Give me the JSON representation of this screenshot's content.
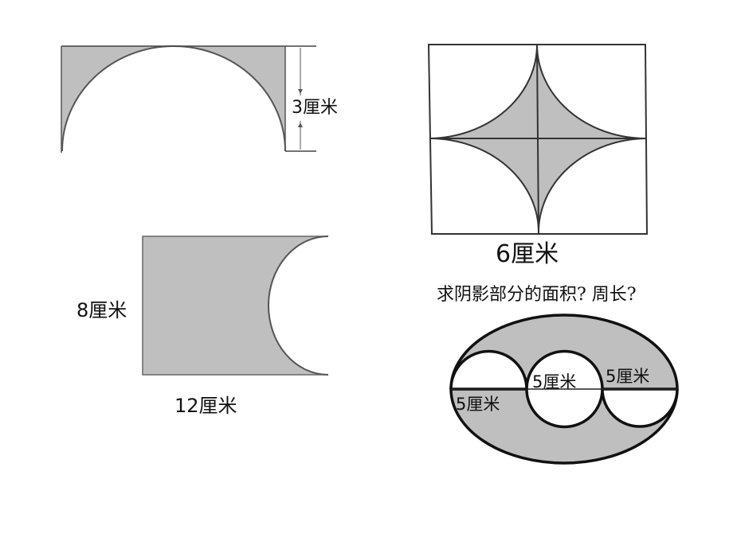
{
  "colors": {
    "shade": "#bfbfbf",
    "stroke": "#444444",
    "text": "#111111"
  },
  "figure_top_left": {
    "height_label": "3厘米"
  },
  "figure_top_right": {
    "side_label": "6厘米"
  },
  "figure_bottom_left": {
    "height_label": "8厘米",
    "width_label": "12厘米"
  },
  "figure_bottom_right": {
    "question": "求阴影部分的面积? 周长?",
    "labels": [
      "5厘米",
      "5厘米",
      "5厘米"
    ]
  }
}
